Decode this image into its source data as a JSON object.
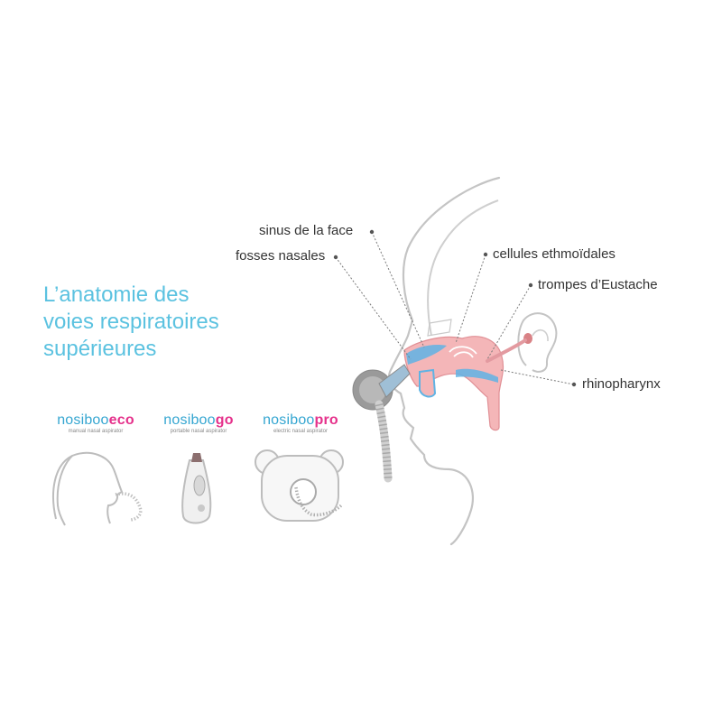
{
  "title": {
    "line1": "L’anatomie des",
    "line2": "voies respiratoires",
    "line3": "supérieures"
  },
  "labels": {
    "sinus": "sinus de la face",
    "fosses": "fosses nasales",
    "ethmoid": "cellules ethmoïdales",
    "eustache": "trompes d’Eustache",
    "rhino": "rhinopharynx"
  },
  "products": [
    {
      "base": "nosiboo",
      "suffix": "eco",
      "tagline": "manual nasal aspirator"
    },
    {
      "base": "nosiboo",
      "suffix": "go",
      "tagline": "portable nasal aspirator"
    },
    {
      "base": "nosiboo",
      "suffix": "pro",
      "tagline": "electric nasal aspirator"
    }
  ],
  "colors": {
    "title": "#5bc2e0",
    "brand_base": "#35a6d1",
    "brand_accent": "#e5318b",
    "airway_pink": "#f4b6b8",
    "airway_blue": "#5fb3e4",
    "outline_grey": "#b5b5b5"
  }
}
